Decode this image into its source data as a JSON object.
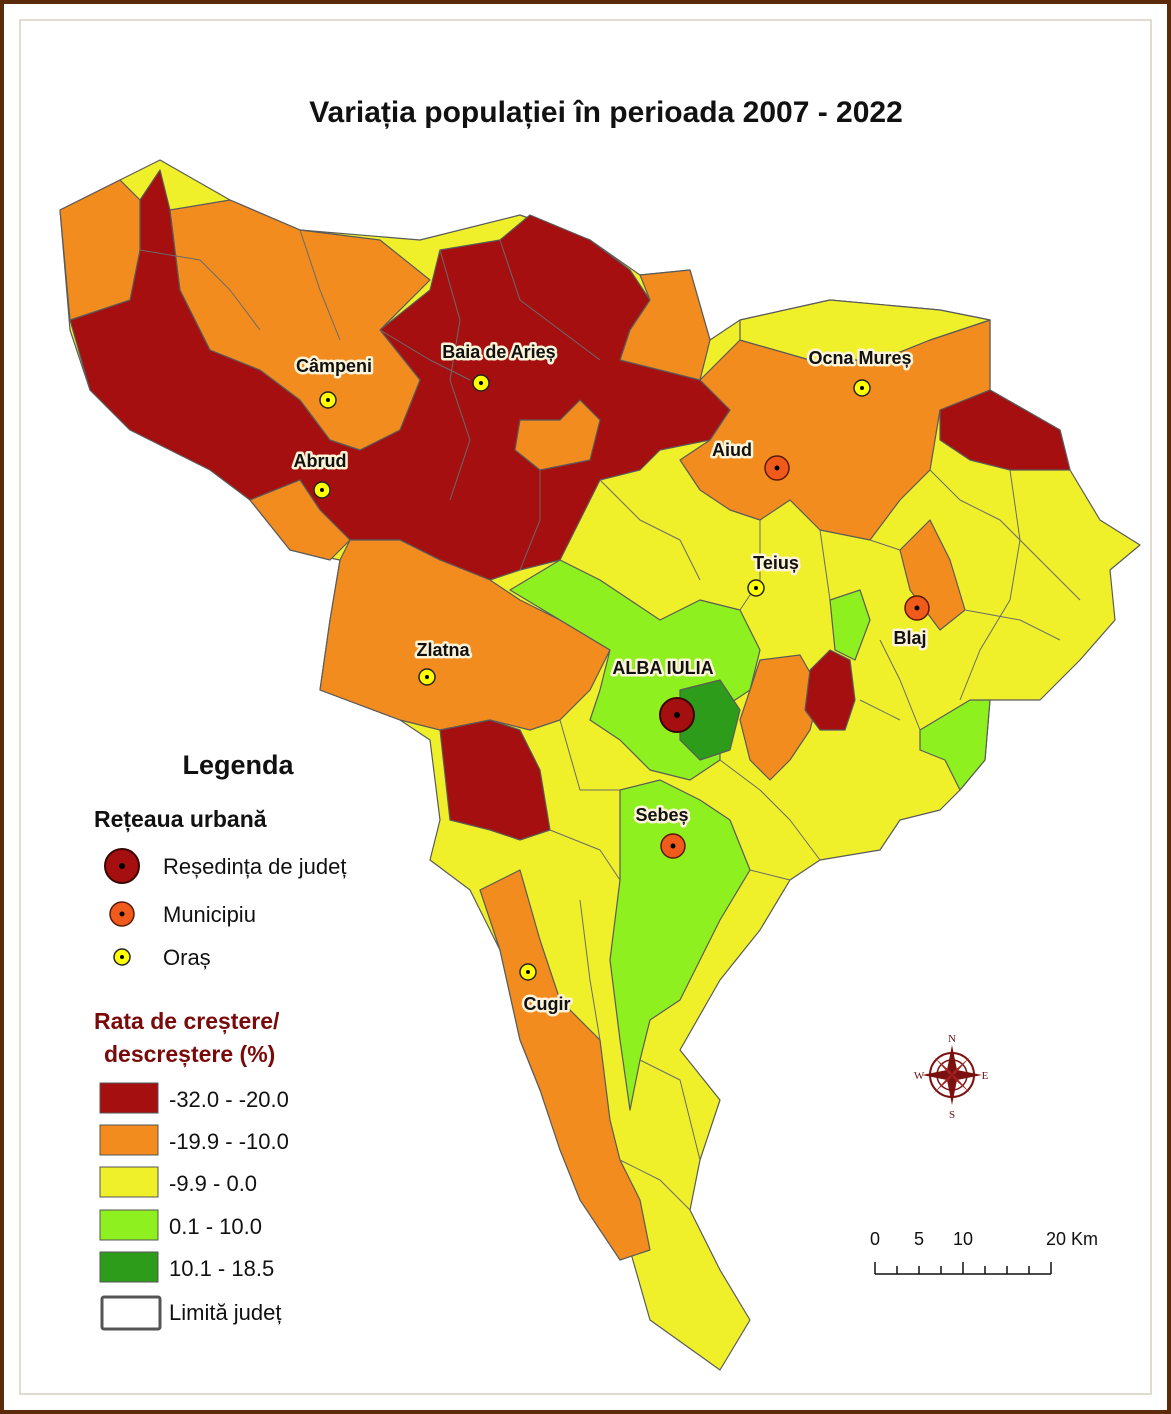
{
  "title": "Variația populației în perioada 2007 - 2022",
  "colors": {
    "c1": "#a50f0f",
    "c2": "#f28c1e",
    "c3": "#f0f02a",
    "c4": "#8ef01f",
    "c5": "#2d9c1a",
    "border": "#5a5a5a",
    "frame": "#5a2a0a"
  },
  "cities": {
    "campeni": "Câmpeni",
    "baia": "Baia de Arieș",
    "ocna": "Ocna Mureș",
    "abrud": "Abrud",
    "aiud": "Aiud",
    "teius": "Teiuș",
    "blaj": "Blaj",
    "zlatna": "Zlatna",
    "alba": "ALBA IULIA",
    "sebes": "Sebeș",
    "cugir": "Cugir"
  },
  "legend": {
    "heading": "Legenda",
    "urban_heading": "Rețeaua urbană",
    "urban": {
      "resedinta": "Reședința de județ",
      "municipiu": "Municipiu",
      "oras": "Oraș"
    },
    "rate_heading_1": "Rata de creștere/",
    "rate_heading_2": "descreștere (%)",
    "classes": {
      "c1": "-32.0 - -20.0",
      "c2": "-19.9 - -10.0",
      "c3": "-9.9 - 0.0",
      "c4": "0.1 - 10.0",
      "c5": "10.1 - 18.5"
    },
    "limit": "Limită județ"
  },
  "scale": {
    "t0": "0",
    "t5": "5",
    "t10": "10",
    "t20": "20 Km"
  },
  "compass": {
    "n": "N",
    "s": "S",
    "e": "E",
    "w": "W"
  }
}
